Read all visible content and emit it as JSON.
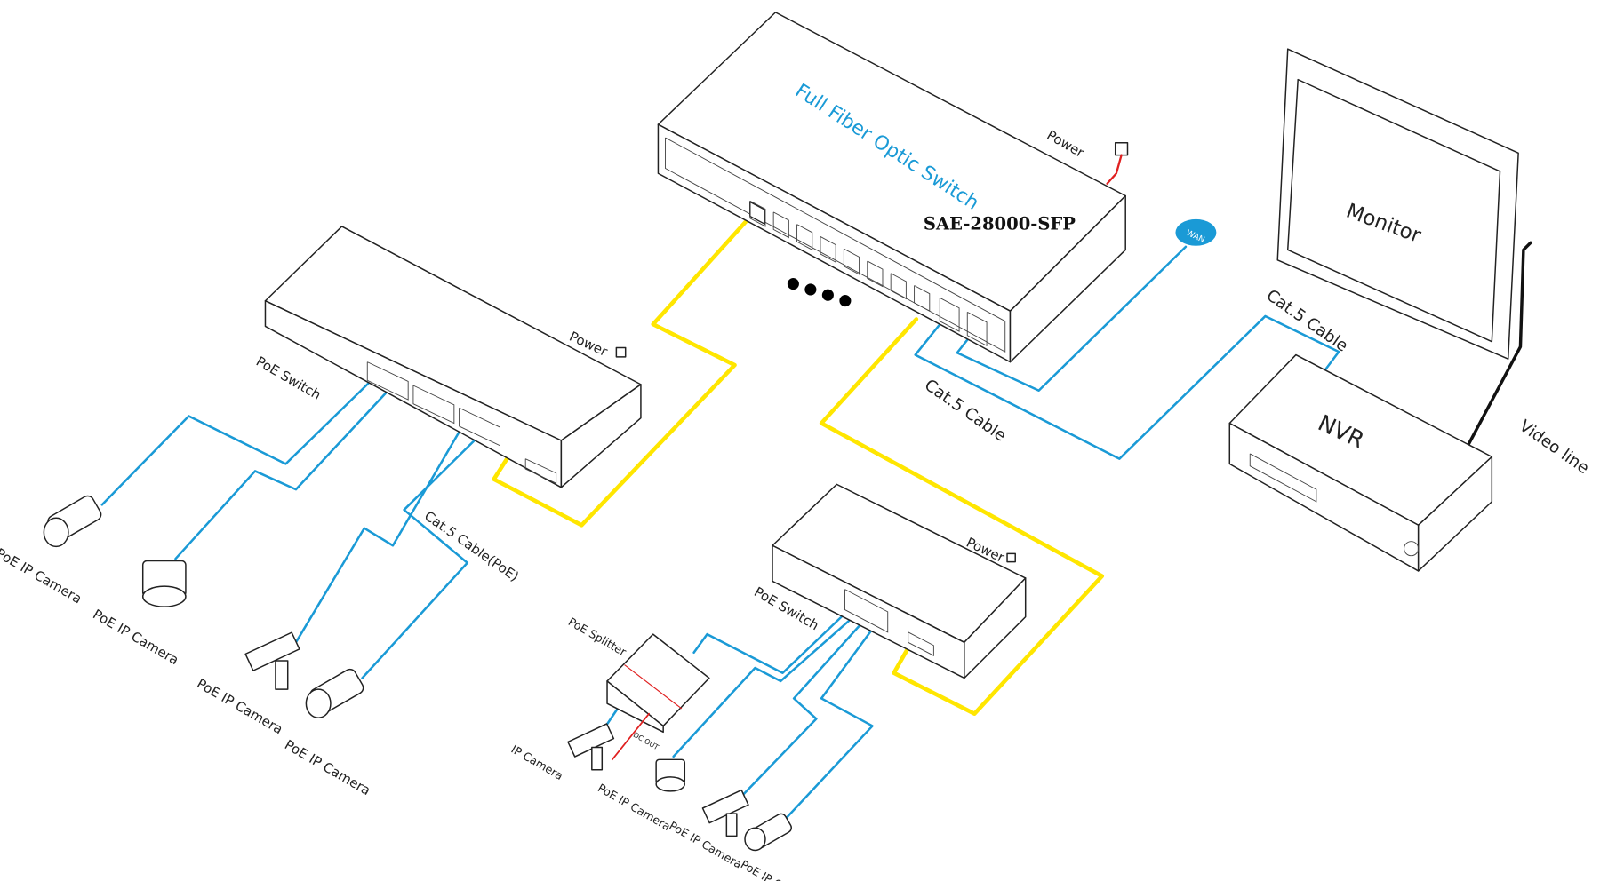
{
  "colors": {
    "fiber_cable": "#ffe600",
    "ethernet_cable": "#1a9ad6",
    "power_cable": "#e02020",
    "title_text": "#1a9ad6",
    "video_line": "#111111"
  },
  "fiber_switch": {
    "title": "Full Fiber Optic Switch",
    "model": "SAE-28000-SFP",
    "power_label": "Power",
    "ellipsis": "● ● ● ●"
  },
  "wan": {
    "label": "WAN",
    "icon": "cloud-icon"
  },
  "monitor": {
    "label": "Monitor"
  },
  "nvr": {
    "label": "NVR"
  },
  "cables": {
    "cat5_nvr": "Cat.5 Cable",
    "cat5_wan": "Cat.5 Cable",
    "video_line": "Video line",
    "cat5_poe": "Cat.5 Cable(PoE)"
  },
  "poe_switch_left": {
    "label": "PoE  Switch",
    "power_label": "Power",
    "cameras": [
      "PoE IP Camera",
      "PoE IP Camera",
      "PoE IP Camera",
      "PoE IP Camera"
    ]
  },
  "poe_switch_bottom": {
    "label": "PoE  Switch",
    "power_label": "Power",
    "splitter_label": "PoE Splitter",
    "dc_out": "DC OUT",
    "ip_camera": "IP Camera",
    "cameras": [
      "PoE IP Camera",
      "PoE IP Camera",
      "PoE IP Camera"
    ]
  }
}
